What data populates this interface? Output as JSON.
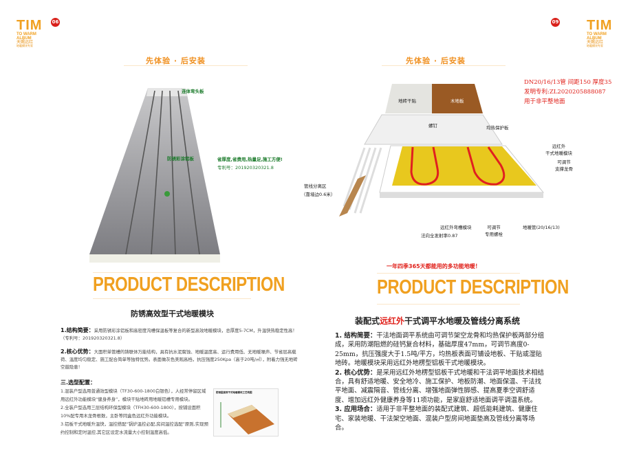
{
  "left_page": {
    "logo": {
      "title": "TIM",
      "line1": "TO WARM",
      "line2": "ALBUM",
      "cn": "天赐远红",
      "cn_sub": "地暖模块专家"
    },
    "page_number": "06",
    "header": "先体验 · 后安装",
    "image_labels": {
      "top": "连体弯头板",
      "middle": "防锈彩涂铝板"
    },
    "slogan": "省厚度,省费用,热量足,施工方便!",
    "patent": "专利号：201920320321.8",
    "section_title": "PRODUCT DESCRIPTION",
    "product_title": "防锈高效型干式地暖模块",
    "s1_head": "1.结构简要：",
    "s1_text": "采用防锈彩涂铝板和高密度沟槽保温板等复合的新型高效地暖模块，总厚度5-7CM，升温快热稳定性高！（专利号：201920320321.8）",
    "s2_head": "2.核心优势：",
    "s2_text": "大面积单管槽的铸联体万能结构，具有抗水泥腐蚀、地暖温度高、运行费用低、无地暖噪声、节省层高载荷、温度均匀稳定、施工配合简单等独特优势。表面做灰色美观高档，抗压强度250Kpa（高于20吨/㎡），附着力强无地砖空鼓隐患！",
    "s3_head": "三.选型配置：",
    "s3_items": [
      "1.混装户型选用普通效型模块（TF30-600-1800白银色），人经常停留区域用远红外功能模块“健身养身”，模块干贴地砖用地暖铝槽专用模块。",
      "2.全装户型选用三层结构环保型模块（TFH30-600-1800），按铺设面积10%配专用木龙骨根数，主卧等同盒色远红外功能模块。",
      "3.铝板干式地暖升温快，温控搭配“锅炉温控必配,房间温控选配”原则,实现预约控制和定时温控,其它区设定水流量大小控制温度高低。"
    ],
    "thumb_caption": "防锈型高效干式地暖模块工艺构图"
  },
  "right_page": {
    "logo": {
      "title": "TIM",
      "line1": "TO WARM",
      "line2": "ALBUM",
      "cn": "天赐远红",
      "cn_sub": "地暖模块专家"
    },
    "page_number": "09",
    "header": "先体验 · 后安装",
    "spec_lines": [
      "DN20/16/13管  间距150  厚度35",
      "发明专利:ZL2020205888087",
      "用于非平整地面"
    ],
    "diagram_labels": {
      "tile": "地砖干贴",
      "wood": "木地板",
      "screw": "螺钉",
      "protect_board": "均热保护板",
      "module": "远红外\n干式地暖模块",
      "keel": "可调节\n支撑龙骨",
      "separation": "管线分离区",
      "separation_sub": "（靠墙边0.6米）",
      "groove_module": "远红外弯槽模块",
      "emissivity": "法向全发射率0.87",
      "bolt": "可调节\n专用螺栓",
      "pipe": "地暖管(20/16/13)"
    },
    "tagline": "一年四季365天都能用的多功能地暖！",
    "section_title": "PRODUCT DESCRIPTION",
    "title_pre": "装配式",
    "title_red": "远红外",
    "title_post": "干式调平水地暖及管线分离系统",
    "s1_head": "1. 结构简要：",
    "s1_text": "干法地面调平系统由可调节架空龙骨和均热保护板两部分组成，采用防潮阻燃的硅钙复合材料，基础厚度47mm，可调节高度0-25mm，抗压强度大于1.5吨/平方，均热板表面可铺设地板、干贴或湿贴地砖。地暖模块采用远红外地楞型铝板干式地暖模块。",
    "s2_head": "2. 核心优势：",
    "s2_text": "是采用远红外地楞型铝板干式地暖和干法调平地面技术相结合，具有舒适地暖、安全地冷、施工保护、地板防潮、地面保温、干法找平地面、减震隔音、管线分离、增强地面弹性脚感、提高夏季空调舒适度、增加远红外健康养身等11项功能，是家庭舒适地面调平调温系统。",
    "s3_head": "3. 应用场合：",
    "s3_text": "适用于非平整地面的装配式建筑、超低能耗建筑、健康住宅、家装地暖、干法架空地面、混装户型房间地面垫高及管线分离等场合。"
  }
}
